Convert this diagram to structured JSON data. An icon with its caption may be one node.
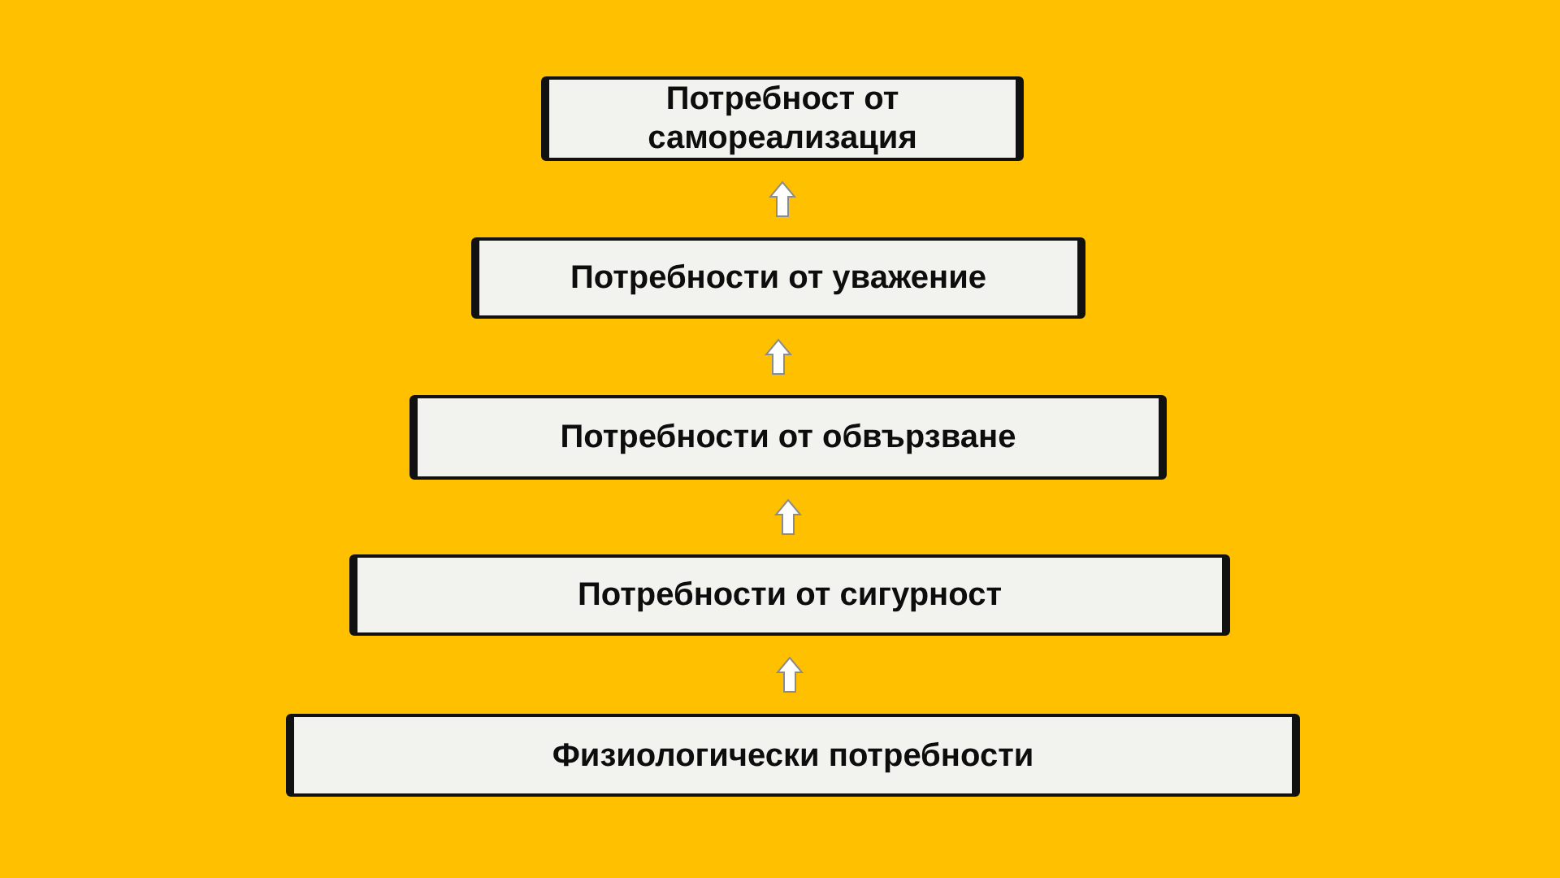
{
  "diagram": {
    "nodes": [
      {
        "text": [
          "Потребност от самореализация"
        ]
      },
      {
        "text": [
          "Потребности от уважение"
        ]
      },
      {
        "text": [
          "Потребности от обвързване"
        ]
      },
      {
        "text": [
          "Потребности от сигурност"
        ]
      },
      {
        "text": [
          "Физиологически потребности"
        ]
      }
    ],
    "edges": [
      {
        "from": 4,
        "to": 3,
        "arrow": "to"
      },
      {
        "from": 3,
        "to": 2,
        "arrow": "to"
      },
      {
        "from": 2,
        "to": 1,
        "arrow": "to"
      },
      {
        "from": 1,
        "to": 0,
        "arrow": "to"
      }
    ]
  }
}
